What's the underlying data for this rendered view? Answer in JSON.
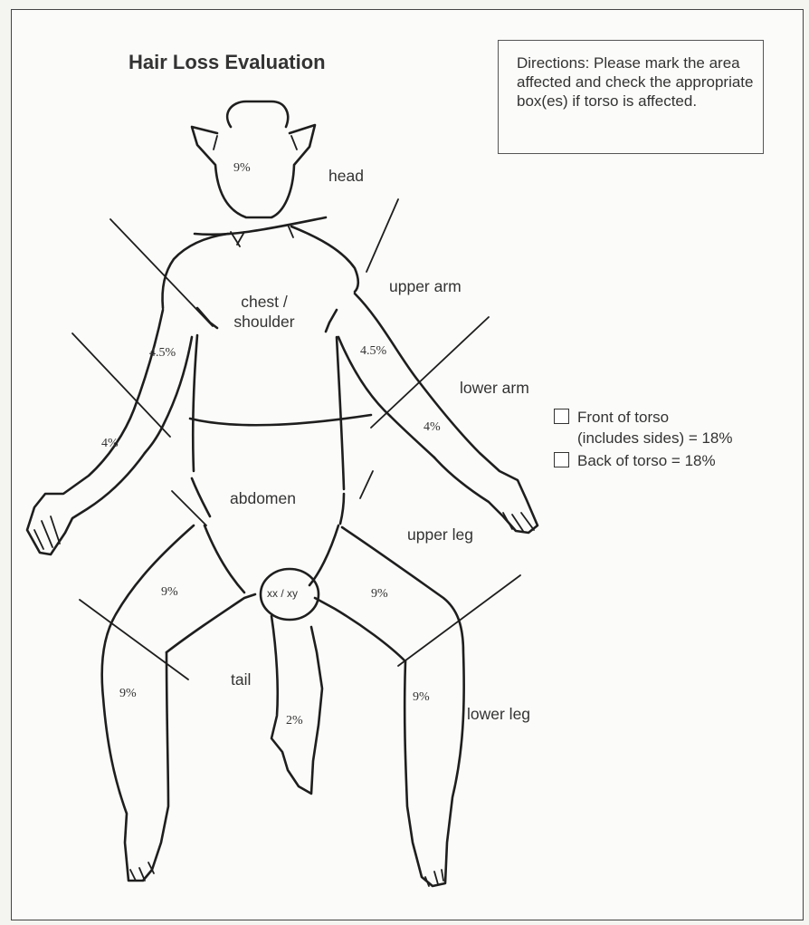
{
  "form": {
    "title": "Hair Loss Evaluation",
    "directions": "Directions: Please mark the area affected and check the appropriate box(es) if torso is affected."
  },
  "regions": {
    "head": "head",
    "chest_shoulder_line1": "chest /",
    "chest_shoulder_line2": "shoulder",
    "upper_arm": "upper arm",
    "lower_arm": "lower arm",
    "abdomen": "abdomen",
    "upper_leg": "upper leg",
    "tail": "tail",
    "lower_leg": "lower leg"
  },
  "percentages": {
    "head": "9%",
    "upper_arm_left": "4.5%",
    "upper_arm_right": "4.5%",
    "lower_arm_left": "4%",
    "lower_arm_right": "4%",
    "upper_leg_left": "9%",
    "upper_leg_right": "9%",
    "lower_leg_left": "9%",
    "lower_leg_right": "9%",
    "tail": "2%",
    "genitals": "xx / xy"
  },
  "torso_checks": {
    "front_line1": "Front of torso",
    "front_line2": "(includes sides) = 18%",
    "back": "Back of torso = 18%",
    "front_checked": false,
    "back_checked": false
  }
}
